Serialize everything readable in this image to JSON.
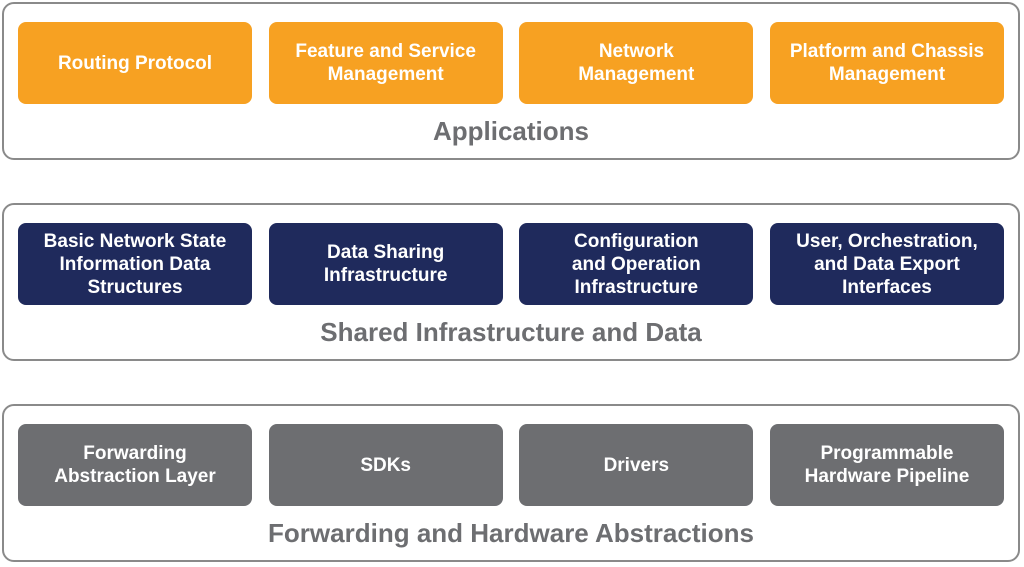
{
  "colors": {
    "applications": "#f7a122",
    "shared": "#1f2a5c",
    "forwarding": "#6d6e71",
    "border": "#8a8a8a",
    "title_text": "#6d6e71",
    "box_text": "#ffffff"
  },
  "layers": [
    {
      "title": "Applications",
      "color_key": "applications",
      "boxes": [
        "Routing Protocol",
        "Feature and Service\nManagement",
        "Network\nManagement",
        "Platform and Chassis\nManagement"
      ]
    },
    {
      "title": "Shared Infrastructure and Data",
      "color_key": "shared",
      "boxes": [
        "Basic Network State\nInformation Data\nStructures",
        "Data Sharing\nInfrastructure",
        "Configuration\nand Operation\nInfrastructure",
        "User, Orchestration,\nand Data Export\nInterfaces"
      ]
    },
    {
      "title": "Forwarding and Hardware Abstractions",
      "color_key": "forwarding",
      "boxes": [
        "Forwarding\nAbstraction Layer",
        "SDKs",
        "Drivers",
        "Programmable\nHardware Pipeline"
      ]
    }
  ]
}
